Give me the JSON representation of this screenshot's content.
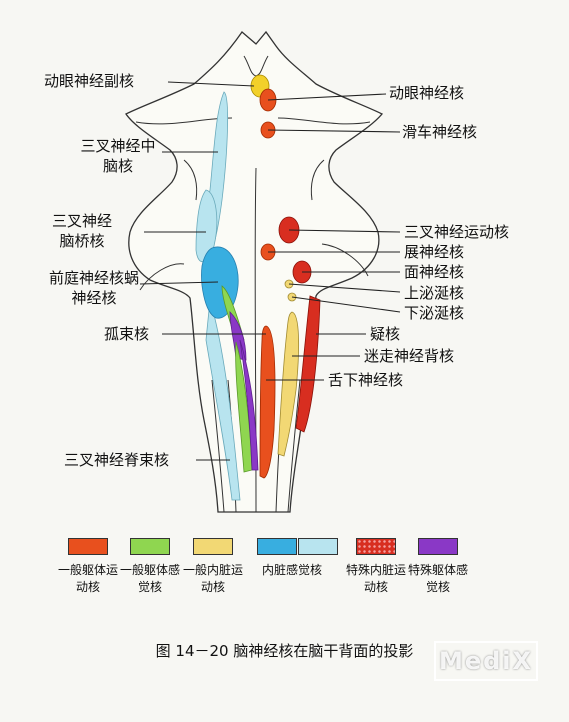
{
  "labels": {
    "l1": "动眼神经副核",
    "l2": "动眼神经核",
    "l3": "三叉神经中脑核",
    "l4": "滑车神经核",
    "l5": "三叉神经脑桥核",
    "l6": "三叉神经运动核",
    "l7": "展神经核",
    "l8": "前庭神经核蜗神经核",
    "l9": "面神经核",
    "l10": "上泌涎核",
    "l11": "下泌涎核",
    "l12": "孤束核",
    "l13": "疑核",
    "l14": "迷走神经背核",
    "l15": "舌下神经核",
    "l16": "三叉神经脊束核"
  },
  "legend": [
    {
      "text": "一般躯体运动核",
      "color": "#e8501e"
    },
    {
      "text": "一般躯体感觉核",
      "color": "#8fd650"
    },
    {
      "text": "一般内脏运动核",
      "color": "#f2d874"
    },
    {
      "text": "内脏感觉核",
      "color": "#38aee0"
    },
    {
      "text": "特殊内脏运动核",
      "color": "#d82e20"
    },
    {
      "text": "特殊躯体感觉核",
      "color": "#8a38c6"
    }
  ],
  "legend_extra": {
    "color": "#b8e4ef"
  },
  "caption": "图 14－20   脑神经核在脑干背面的投影",
  "watermark": "MediX"
}
